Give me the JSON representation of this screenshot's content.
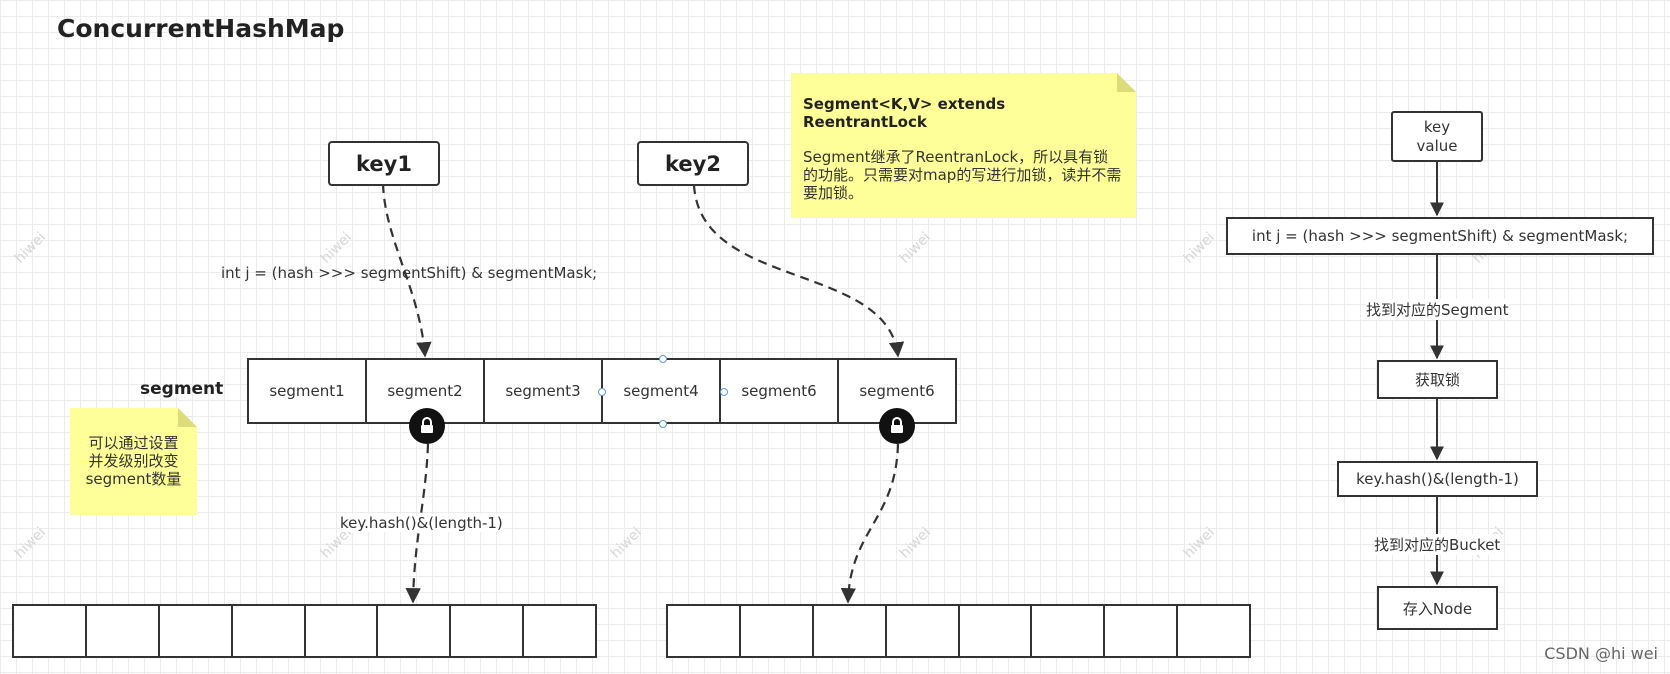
{
  "title": "ConcurrentHashMap",
  "keys": [
    "key1",
    "key2"
  ],
  "formula": "int j = (hash >>> segmentShift) & segmentMask;",
  "segment_label": "segment",
  "segments": [
    "segment1",
    "segment2",
    "segment3",
    "segment4",
    "segment6",
    "segment6"
  ],
  "bucket_formula": "key.hash()&(length-1)",
  "note_left": [
    "可以通过设置",
    "并发级别改变",
    "segment数量"
  ],
  "note_right": {
    "title": "Segment<K,V> extends ReentrantLock",
    "body": "Segment继承了ReentranLock，所以具有锁的功能。只需要对map的写进行加锁，读并不需要加锁。"
  },
  "flow": {
    "start": [
      "key",
      "value"
    ],
    "step1": "int j = (hash >>> segmentShift) & segmentMask;",
    "edge1": "找到对应的Segment",
    "step2": "获取锁",
    "step3": "key.hash()&(length-1)",
    "edge2": "找到对应的Bucket",
    "step4": "存入Node"
  },
  "watermark": "hiwei",
  "credit": "CSDN @hi wei",
  "icons": {
    "lock": "lock-icon"
  },
  "colors": {
    "note": "#ffff99",
    "line": "#333333",
    "handle": "#5b9bd5"
  }
}
